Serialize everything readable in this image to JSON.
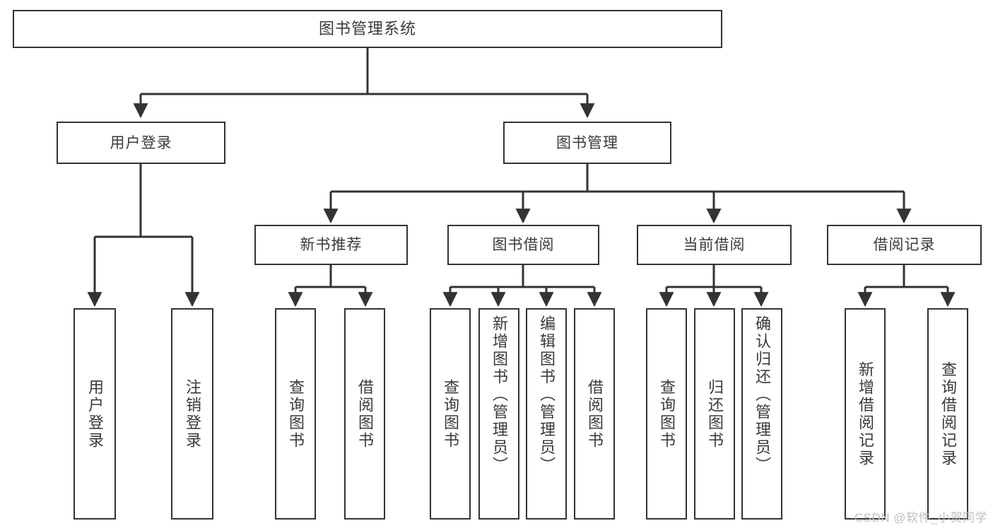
{
  "diagram": {
    "title": "图书管理系统",
    "type": "tree",
    "stroke_color": "#333333",
    "text_color": "#3a3a3a",
    "background_color": "#ffffff"
  },
  "root": {
    "label": "图书管理系统"
  },
  "level1": [
    {
      "label": "用户登录"
    },
    {
      "label": "图书管理"
    }
  ],
  "level2": [
    {
      "label": "新书推荐"
    },
    {
      "label": "图书借阅"
    },
    {
      "label": "当前借阅"
    },
    {
      "label": "借阅记录"
    }
  ],
  "leaves": {
    "user_login": [
      {
        "label": "用户登录"
      },
      {
        "label": "注销登录"
      }
    ],
    "new_book": [
      {
        "label": "查询图书"
      },
      {
        "label": "借阅图书"
      }
    ],
    "borrow_book": [
      {
        "label": "查询图书"
      },
      {
        "label": "新增图书（管理员）"
      },
      {
        "label": "编辑图书（管理员）"
      },
      {
        "label": "借阅图书"
      }
    ],
    "current_borrow": [
      {
        "label": "查询图书"
      },
      {
        "label": "归还图书"
      },
      {
        "label": "确认归还（管理员）"
      }
    ],
    "borrow_record": [
      {
        "label": "新增借阅记录"
      },
      {
        "label": "查询借阅记录"
      }
    ]
  },
  "watermark": {
    "text": "CSDN @软件_小贺同学"
  }
}
